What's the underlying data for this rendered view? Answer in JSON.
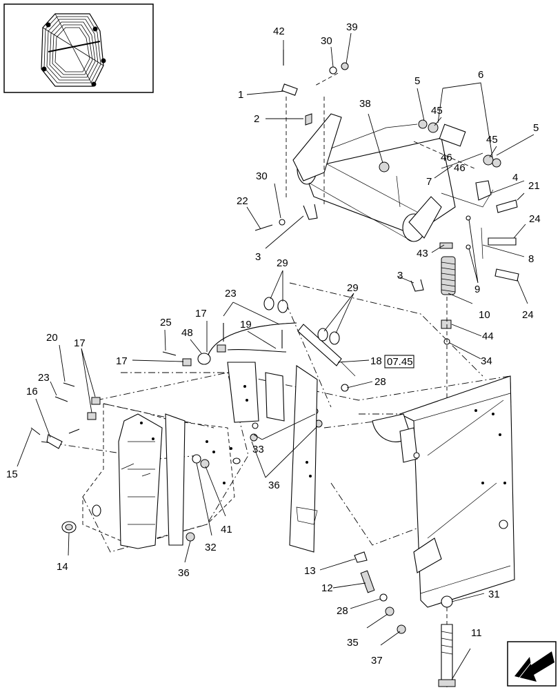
{
  "callouts": [
    {
      "id": "c42",
      "label": "42"
    },
    {
      "id": "c30a",
      "label": "30"
    },
    {
      "id": "c39",
      "label": "39"
    },
    {
      "id": "c1",
      "label": "1"
    },
    {
      "id": "c38",
      "label": "38"
    },
    {
      "id": "c5a",
      "label": "5"
    },
    {
      "id": "c6",
      "label": "6"
    },
    {
      "id": "c45a",
      "label": "45"
    },
    {
      "id": "c2",
      "label": "2"
    },
    {
      "id": "c5b",
      "label": "5"
    },
    {
      "id": "c45b",
      "label": "45"
    },
    {
      "id": "c46a",
      "label": "46"
    },
    {
      "id": "c46b",
      "label": "46"
    },
    {
      "id": "c7",
      "label": "7"
    },
    {
      "id": "c4",
      "label": "4"
    },
    {
      "id": "c21",
      "label": "21"
    },
    {
      "id": "c30b",
      "label": "30"
    },
    {
      "id": "c22",
      "label": "22"
    },
    {
      "id": "c24a",
      "label": "24"
    },
    {
      "id": "c3a",
      "label": "3"
    },
    {
      "id": "c43",
      "label": "43"
    },
    {
      "id": "c8",
      "label": "8"
    },
    {
      "id": "c29a",
      "label": "29"
    },
    {
      "id": "c9",
      "label": "9"
    },
    {
      "id": "c3b",
      "label": "3"
    },
    {
      "id": "c24b",
      "label": "24"
    },
    {
      "id": "c23a",
      "label": "23"
    },
    {
      "id": "c29b",
      "label": "29"
    },
    {
      "id": "c10",
      "label": "10"
    },
    {
      "id": "c17a",
      "label": "17"
    },
    {
      "id": "c25",
      "label": "25"
    },
    {
      "id": "c19",
      "label": "19"
    },
    {
      "id": "c48",
      "label": "48"
    },
    {
      "id": "c44",
      "label": "44"
    },
    {
      "id": "c20",
      "label": "20"
    },
    {
      "id": "c17b",
      "label": "17"
    },
    {
      "id": "c34",
      "label": "34"
    },
    {
      "id": "c17c",
      "label": "17"
    },
    {
      "id": "c18",
      "label": "18"
    },
    {
      "id": "c23b",
      "label": "23"
    },
    {
      "id": "c28a",
      "label": "28"
    },
    {
      "id": "c16",
      "label": "16"
    },
    {
      "id": "c33",
      "label": "33"
    },
    {
      "id": "c15",
      "label": "15"
    },
    {
      "id": "c36a",
      "label": "36"
    },
    {
      "id": "c41",
      "label": "41"
    },
    {
      "id": "c32",
      "label": "32"
    },
    {
      "id": "c14",
      "label": "14"
    },
    {
      "id": "c36b",
      "label": "36"
    },
    {
      "id": "c13",
      "label": "13"
    },
    {
      "id": "c12",
      "label": "12"
    },
    {
      "id": "c31",
      "label": "31"
    },
    {
      "id": "c28b",
      "label": "28"
    },
    {
      "id": "c35",
      "label": "35"
    },
    {
      "id": "c11",
      "label": "11"
    },
    {
      "id": "c37",
      "label": "37"
    }
  ],
  "reference_box": {
    "label": "07.45"
  },
  "icons": {
    "thumbnail": "bale-chamber-thumbnail-icon",
    "nav": "previous-page-arrow-icon"
  }
}
